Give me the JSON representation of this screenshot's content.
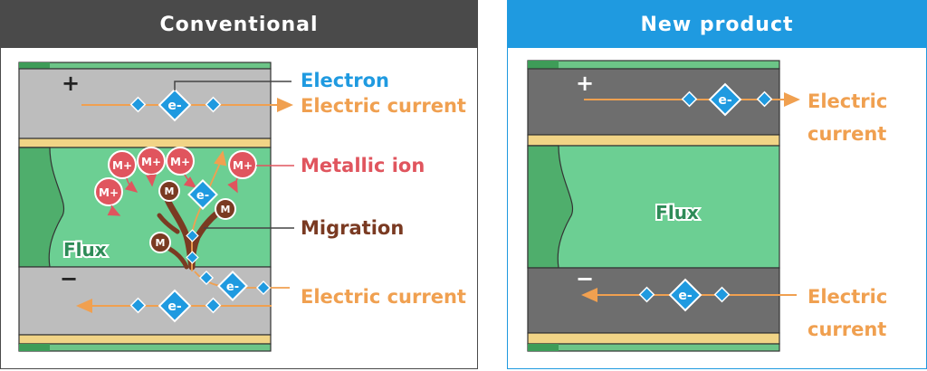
{
  "conventional": {
    "title": "Conventional",
    "labels": {
      "electron": "Electron",
      "electric_current_top": "Electric current",
      "metallic_ion": "Metallic ion",
      "migration": "Migration",
      "electric_current_bottom": "Electric current",
      "flux": "Flux"
    },
    "ion_symbol": "M+",
    "metal_symbol": "M",
    "electron_symbol": "e-",
    "plus_sign": "+",
    "minus_sign": "−"
  },
  "new_product": {
    "title": "New product",
    "labels": {
      "electric_current_top_line1": "Electric",
      "electric_current_top_line2": "current",
      "flux": "Flux",
      "electric_current_bottom_line1": "Electric",
      "electric_current_bottom_line2": "current"
    },
    "electron_symbol": "e-",
    "plus_sign": "+",
    "minus_sign": "−"
  },
  "colors": {
    "electron": "#1f9ae0",
    "current": "#f0a050",
    "ion": "#e0555e",
    "migration": "#7a3a22",
    "flux_text": "#2e8b57",
    "conventional_header": "#4a4a4a",
    "new_header": "#1f9ae0"
  }
}
